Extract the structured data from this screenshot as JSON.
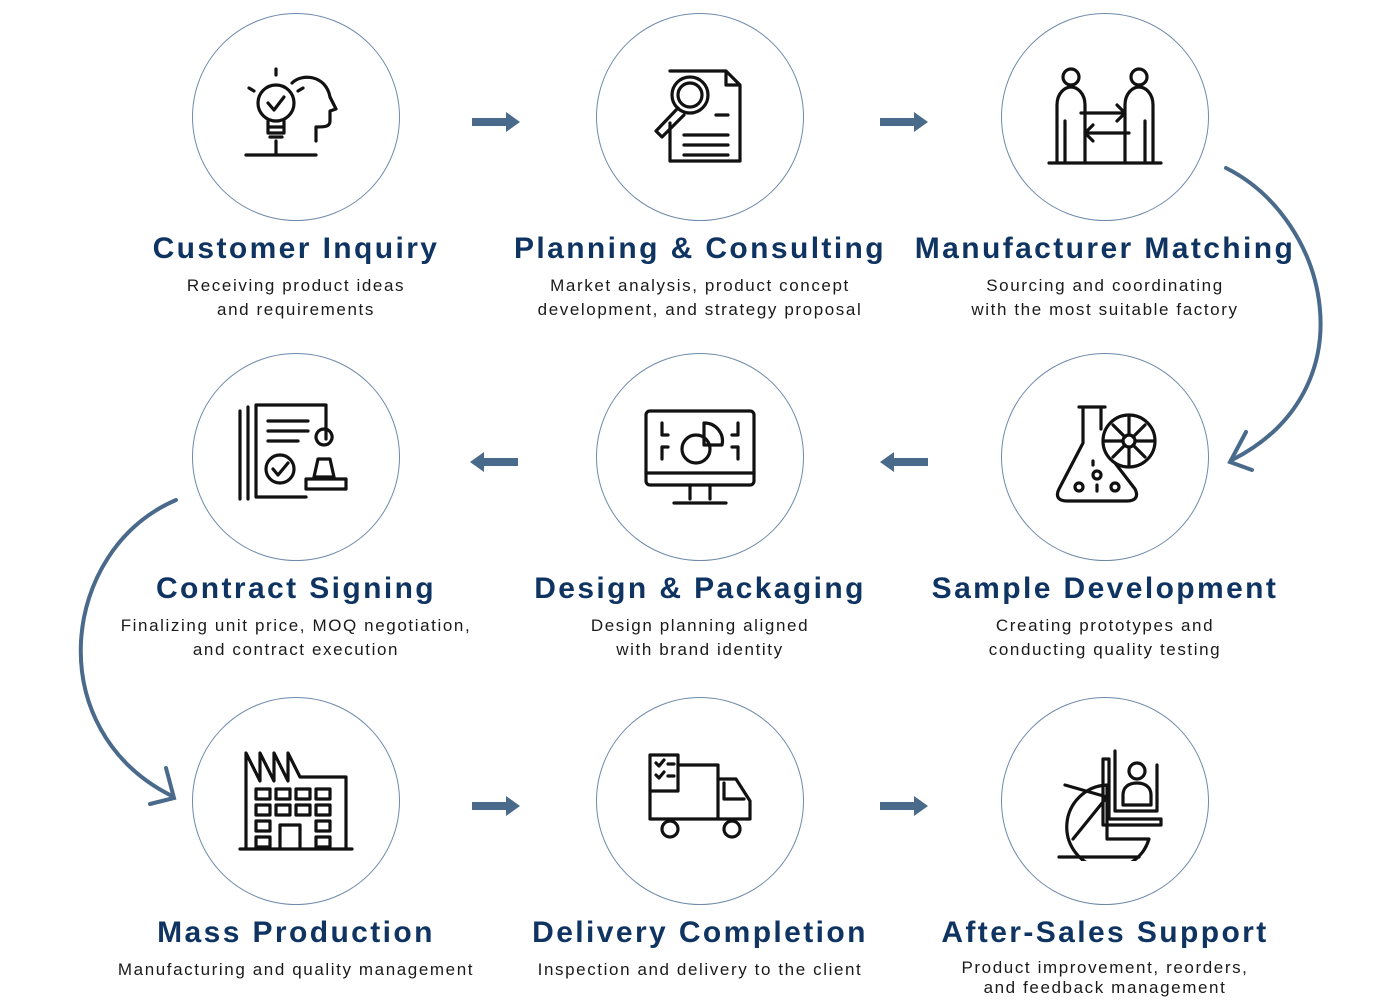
{
  "colors": {
    "title": "#0f3462",
    "arrow": "#4a6a8c",
    "circle_border": "#6f8aab",
    "icon": "#111111"
  },
  "steps": [
    {
      "title": "Customer Inquiry",
      "desc": [
        "Receiving product ideas",
        "and requirements"
      ],
      "icon": "lightbulb-head-icon"
    },
    {
      "title": "Planning & Consulting",
      "desc": [
        "Market analysis, product concept",
        "development, and strategy proposal"
      ],
      "icon": "document-magnifier-icon"
    },
    {
      "title": "Manufacturer Matching",
      "desc": [
        "Sourcing and coordinating",
        "with the most suitable factory"
      ],
      "icon": "people-exchange-icon"
    },
    {
      "title": "Contract Signing",
      "desc": [
        "Finalizing unit price, MOQ negotiation,",
        "and contract execution"
      ],
      "icon": "contract-stamp-icon"
    },
    {
      "title": "Design & Packaging",
      "desc": [
        "Design planning aligned",
        "with brand identity"
      ],
      "icon": "monitor-design-icon"
    },
    {
      "title": "Sample Development",
      "desc": [
        "Creating prototypes and",
        "conducting quality testing"
      ],
      "icon": "flask-icon"
    },
    {
      "title": "Mass Production",
      "desc": [
        "Manufacturing and quality management"
      ],
      "icon": "factory-icon"
    },
    {
      "title": "Delivery Completion",
      "desc": [
        "Inspection and delivery to the client"
      ],
      "icon": "delivery-truck-icon"
    },
    {
      "title": "After-Sales Support",
      "desc": [
        "Product improvement, reorders,",
        "and feedback management"
      ],
      "icon": "pie-chart-user-icon"
    }
  ]
}
